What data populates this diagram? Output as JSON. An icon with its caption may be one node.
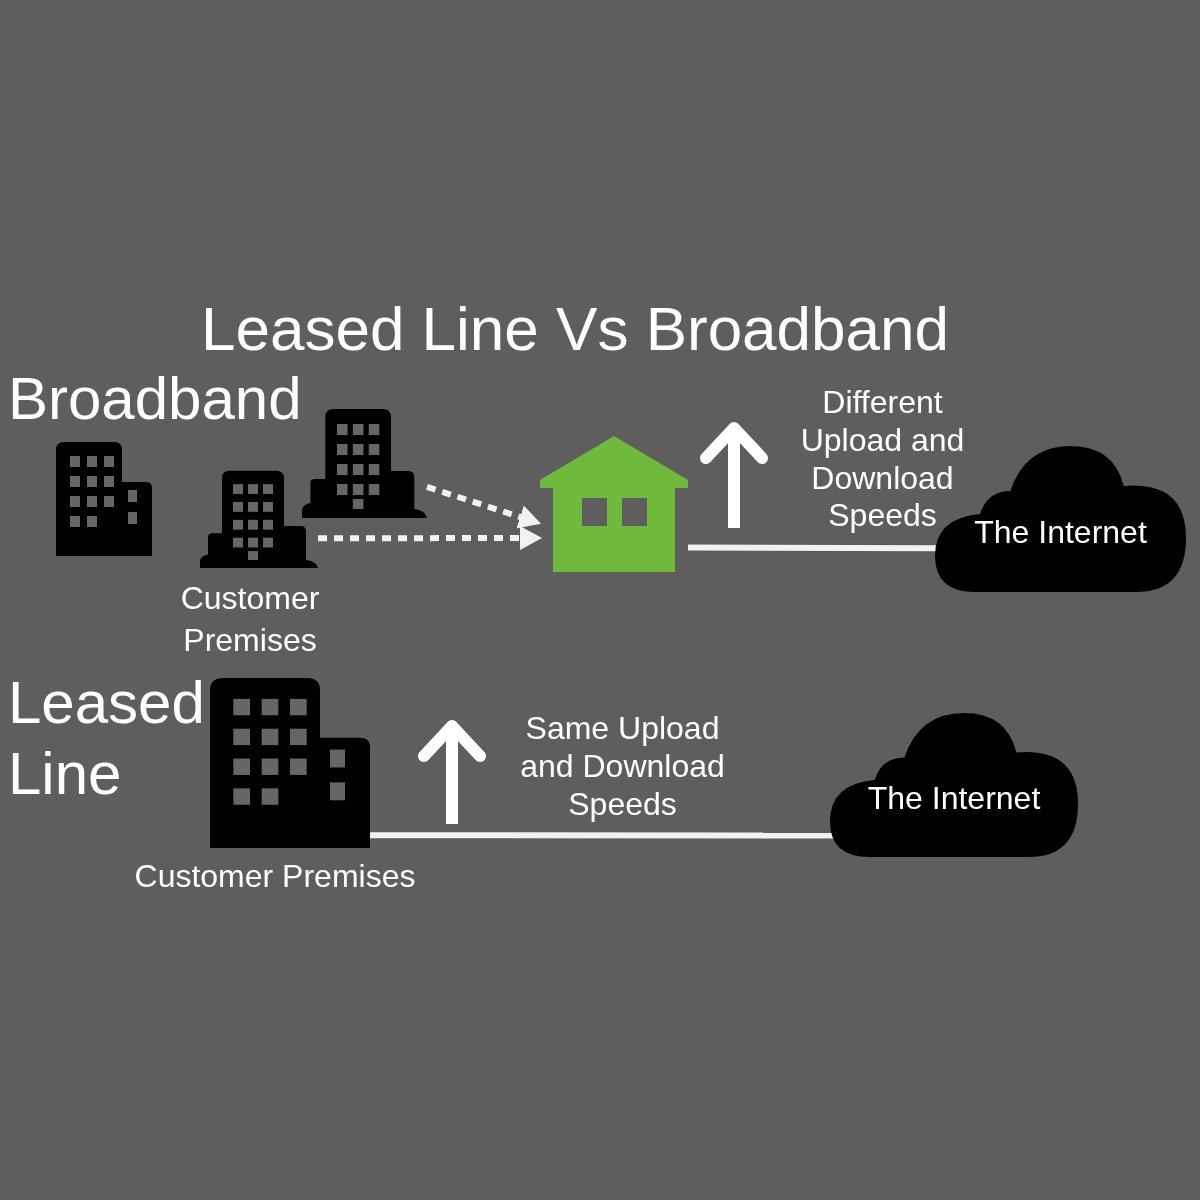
{
  "diagram": {
    "title": "Leased Line Vs Broadband",
    "nodes": [
      {
        "text": [],
        "shape": "building"
      },
      {
        "text": [],
        "shape": "building",
        "beside": [
          "Customer Premises"
        ]
      },
      {
        "text": [],
        "shape": "building"
      },
      {
        "text": [],
        "shape": "house"
      },
      {
        "text": [
          "The Internet"
        ]
      },
      {
        "text": [],
        "shape": "building",
        "beside": [
          "Customer Premises"
        ]
      },
      {
        "text": [
          "The Internet"
        ]
      }
    ],
    "edges": [
      {
        "from": 2,
        "to": 3,
        "arrow": "to",
        "style": "dashed"
      },
      {
        "from": 1,
        "to": 3,
        "arrow": "to",
        "style": "dashed"
      },
      {
        "from": 3,
        "to": 4,
        "arrow": "none"
      },
      {
        "from": 5,
        "to": 6,
        "arrow": "none"
      }
    ],
    "labels": [
      "Broadband",
      "Different Upload and Download Speeds",
      "Leased Line",
      "Same Upload and Download Speeds"
    ]
  }
}
